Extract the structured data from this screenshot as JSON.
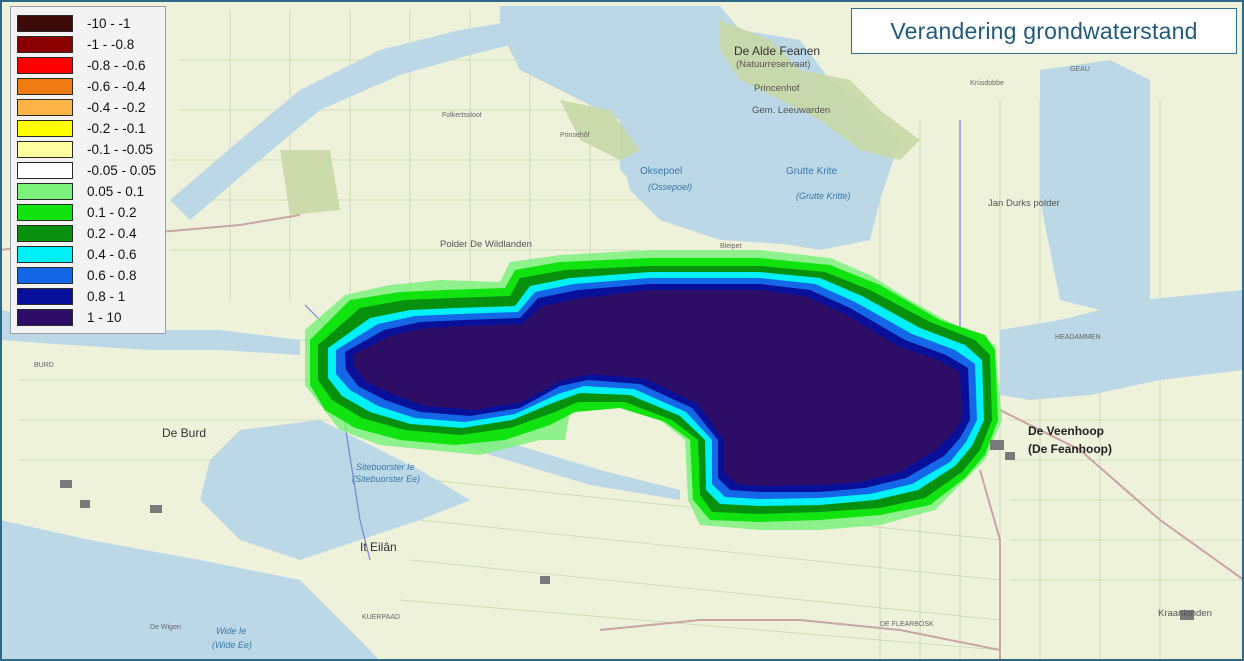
{
  "title": "Verandering grondwaterstand",
  "legend": {
    "items": [
      {
        "label": "-10 - -1",
        "color": "#3d0a0a"
      },
      {
        "label": "-1 - -0.8",
        "color": "#8b0000"
      },
      {
        "label": "-0.8 - -0.6",
        "color": "#ff0000"
      },
      {
        "label": "-0.6 - -0.4",
        "color": "#f07b12"
      },
      {
        "label": "-0.4 - -0.2",
        "color": "#fbb445"
      },
      {
        "label": "-0.2 - -0.1",
        "color": "#ffff00"
      },
      {
        "label": "-0.1 - -0.05",
        "color": "#ffffa0"
      },
      {
        "label": "-0.05 - 0.05",
        "color": "#ffffff"
      },
      {
        "label": "0.05 - 0.1",
        "color": "#7cf17c"
      },
      {
        "label": "0.1 - 0.2",
        "color": "#11e311"
      },
      {
        "label": "0.2 - 0.4",
        "color": "#078f0e"
      },
      {
        "label": "0.4 - 0.6",
        "color": "#00f0f8"
      },
      {
        "label": "0.6 - 0.8",
        "color": "#1467e6"
      },
      {
        "label": "0.8 - 1",
        "color": "#08109a"
      },
      {
        "label": "1 - 10",
        "color": "#2d0d66"
      }
    ]
  },
  "map_labels": {
    "de_alde_feanen": "De Alde Feanen",
    "natuurreservaat": "(Natuurreservaat)",
    "princenhof": "Princenhof",
    "gem_leeuwarden": "Gem. Leeuwarden",
    "oksepoel": "Oksepoel",
    "oksepoel_fy": "(Ossepoel)",
    "grutte_krite": "Grutte Krite",
    "grutte_krite_fy": "(Grutte Kritte)",
    "jan_durks_polder": "Jan Durks polder",
    "polder_de_wildlanden": "Polder De Wildlanden",
    "de_veenhoop": "De Veenhoop",
    "de_feanhoop": "(De Feanhoop)",
    "de_burd": "De Burd",
    "sitebuorster_ie": "Sitebuorster Ie",
    "sitebuorster_ee": "(Sitebuorster Ee)",
    "it_eilan": "It Eilân",
    "wide_ie": "Wide Ie",
    "wide_ee": "(Wide Ee)",
    "kraanlonden": "Kraanlonden",
    "de_flearbosk": "DE FLEARBOSK",
    "burd": "BURD",
    "kuerpaad": "KUERPAAD",
    "headammen": "HEADAMMEN",
    "geau": "GEAU",
    "folkertssloot": "Folkertssloot",
    "bleipet": "Bleipet",
    "de_wigen": "De Wigen",
    "krusdobbe": "Krúsdobbe",
    "prinsehof": "Prinsehôf"
  }
}
